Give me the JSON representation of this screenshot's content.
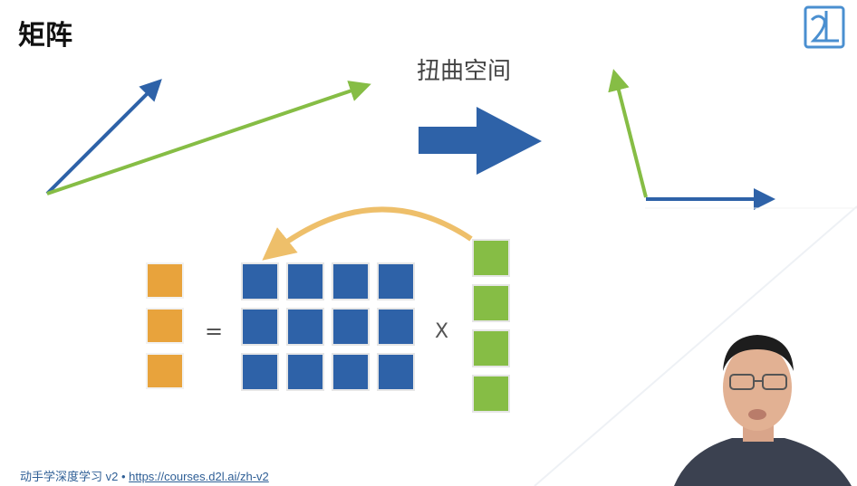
{
  "slide": {
    "title": "矩阵",
    "subtitle": "扭曲空间"
  },
  "equation": {
    "equals": "=",
    "times": "X"
  },
  "footer": {
    "course": "动手学深度学习 v2",
    "separator": " • ",
    "link": "https://courses.d2l.ai/zh-v2"
  },
  "colors": {
    "blue": "#2e62a8",
    "green": "#86bd45",
    "orange": "#e8a33c",
    "curve": "#eebf6a",
    "logo": "#4a8fd0"
  },
  "icons": {
    "logo": "d2l-logo-icon",
    "transform_arrow": "right-arrow-icon",
    "presenter": "presenter-video"
  }
}
